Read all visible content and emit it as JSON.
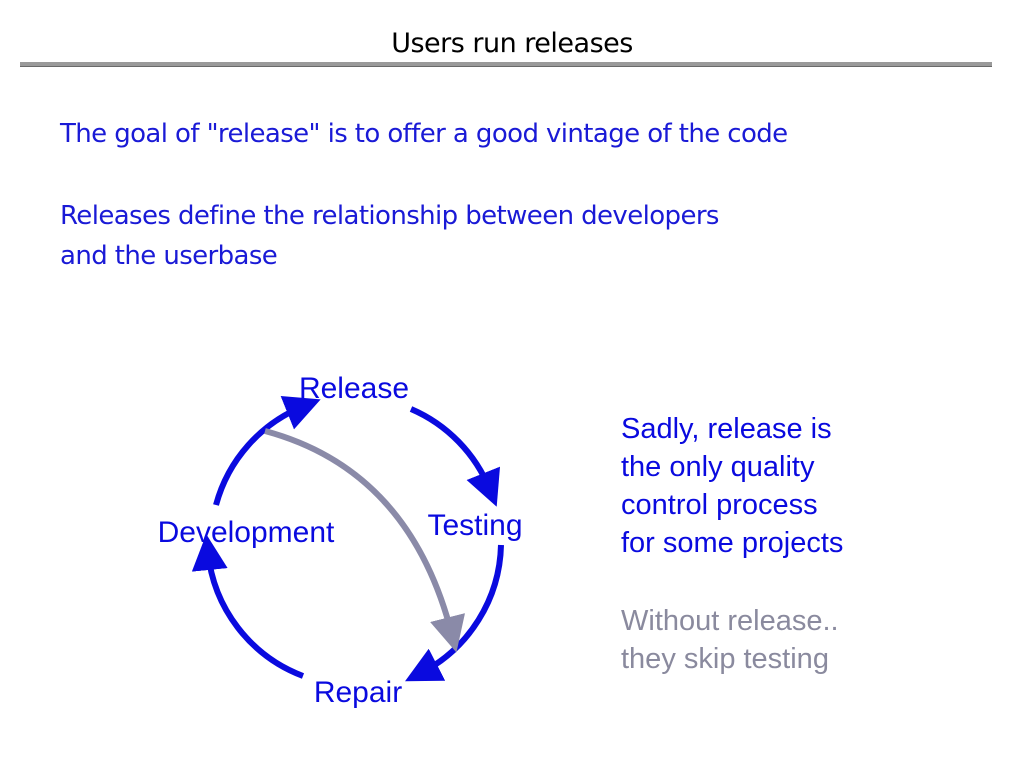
{
  "title": "Users run releases",
  "paragraphs": [
    "The goal of \"release\" is to offer a good vintage of the code",
    "Releases define the relationship between developers",
    "and the userbase"
  ],
  "cycle": {
    "nodes": {
      "release": "Release",
      "testing": "Testing",
      "repair": "Repair",
      "development": "Development"
    }
  },
  "note": {
    "blue_lines": [
      "Sadly, release is",
      "the only quality",
      "control process",
      "for some projects"
    ],
    "gray_lines": [
      "Without release..",
      "they skip testing"
    ]
  },
  "colors": {
    "text_blue": "#1a1ad6",
    "arrow_blue": "#0a0adf",
    "arrow_gray": "#8a8aa8",
    "rule": "#9a9a9a"
  }
}
